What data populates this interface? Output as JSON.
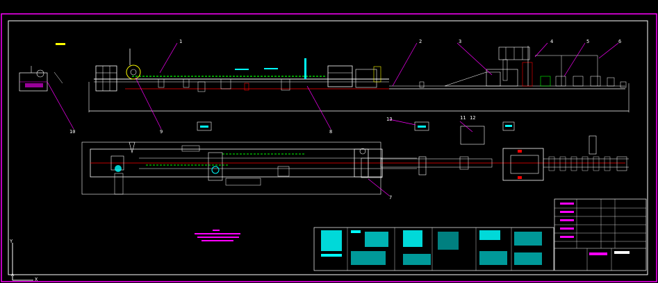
{
  "colors": {
    "background": "#000000",
    "frame": "#ff00ff",
    "line_white": "#ffffff",
    "cyan": "#00ffff",
    "green": "#00ff00",
    "red": "#ff0000",
    "yellow": "#ffff00"
  },
  "callouts": [
    "1",
    "2",
    "3",
    "4",
    "5",
    "6",
    "7",
    "8",
    "9",
    "10",
    "11",
    "12",
    "13"
  ],
  "ucs_axis": {
    "y": "Y",
    "x": "X"
  }
}
